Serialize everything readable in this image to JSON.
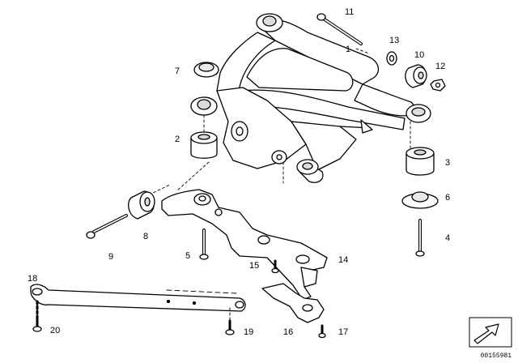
{
  "diagram": {
    "part_numbers": [
      {
        "id": "p1",
        "label": "1"
      },
      {
        "id": "p2",
        "label": "2"
      },
      {
        "id": "p3",
        "label": "3"
      },
      {
        "id": "p4",
        "label": "4"
      },
      {
        "id": "p5",
        "label": "5"
      },
      {
        "id": "p6",
        "label": "6"
      },
      {
        "id": "p7",
        "label": "7"
      },
      {
        "id": "p8",
        "label": "8"
      },
      {
        "id": "p9",
        "label": "9"
      },
      {
        "id": "p10",
        "label": "10"
      },
      {
        "id": "p11",
        "label": "11"
      },
      {
        "id": "p12",
        "label": "12"
      },
      {
        "id": "p13",
        "label": "13"
      },
      {
        "id": "p14",
        "label": "14"
      },
      {
        "id": "p15",
        "label": "15"
      },
      {
        "id": "p16",
        "label": "16"
      },
      {
        "id": "p17",
        "label": "17"
      },
      {
        "id": "p18",
        "label": "18"
      },
      {
        "id": "p19",
        "label": "19"
      },
      {
        "id": "p20",
        "label": "20"
      }
    ],
    "document_id": "00155981",
    "colors": {
      "ink": "#000000",
      "fill": "#ffffff",
      "shade": "#d8d8d8"
    }
  }
}
